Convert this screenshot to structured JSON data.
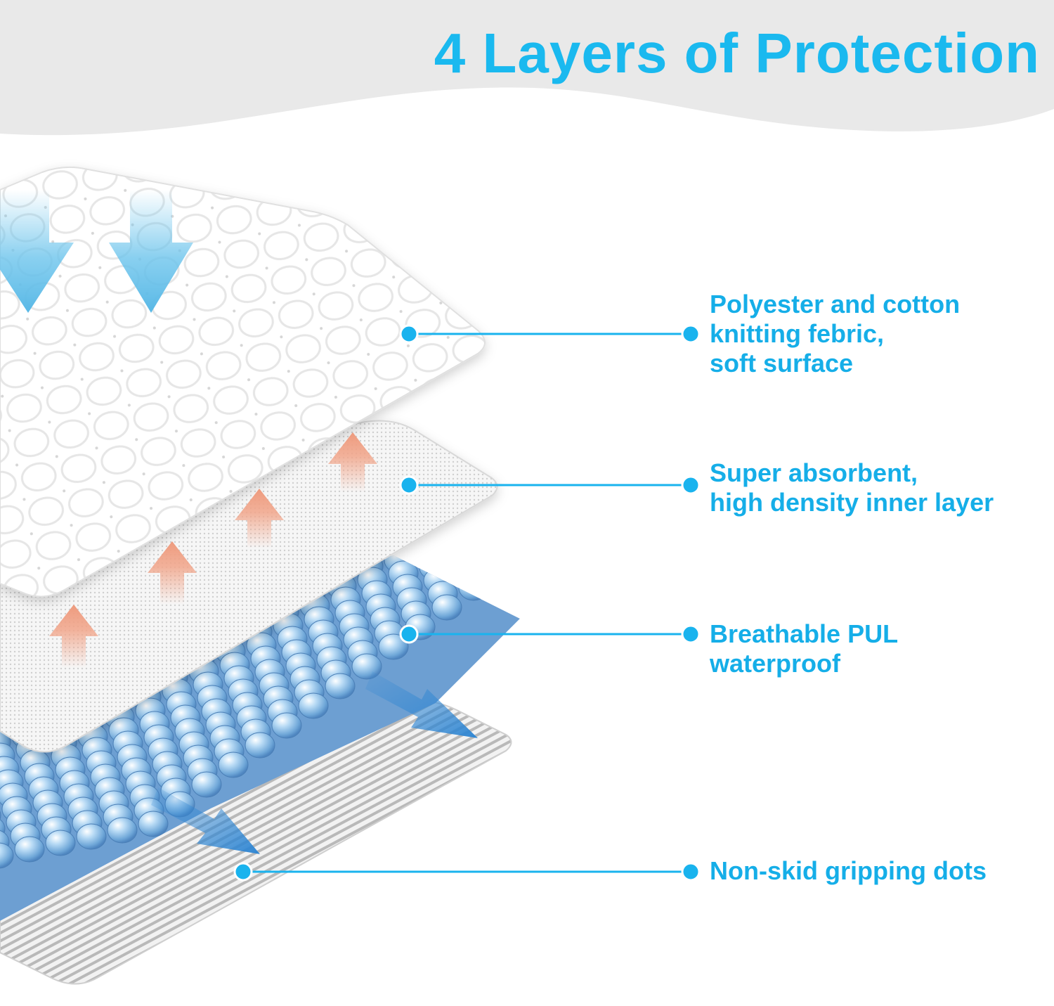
{
  "title": "4 Layers of Protection",
  "colors": {
    "accent": "#1ab9ef",
    "label_text": "#15aee8",
    "header_band": "#e8e8e8",
    "down_arrow": "#6cc4ec",
    "up_arrow": "#f1a58a",
    "side_arrow": "#2f86d3",
    "bead": "#8bbde7"
  },
  "layers": [
    {
      "name": "top-fabric",
      "lines": [
        "Polyester and cotton",
        "knitting febric,",
        "soft surface"
      ]
    },
    {
      "name": "absorbent-layer",
      "lines": [
        "Super absorbent,",
        "high density inner layer"
      ]
    },
    {
      "name": "pul-layer",
      "lines": [
        "Breathable PUL",
        "waterproof"
      ]
    },
    {
      "name": "gripping-layer",
      "lines": [
        "Non-skid gripping dots"
      ]
    }
  ]
}
